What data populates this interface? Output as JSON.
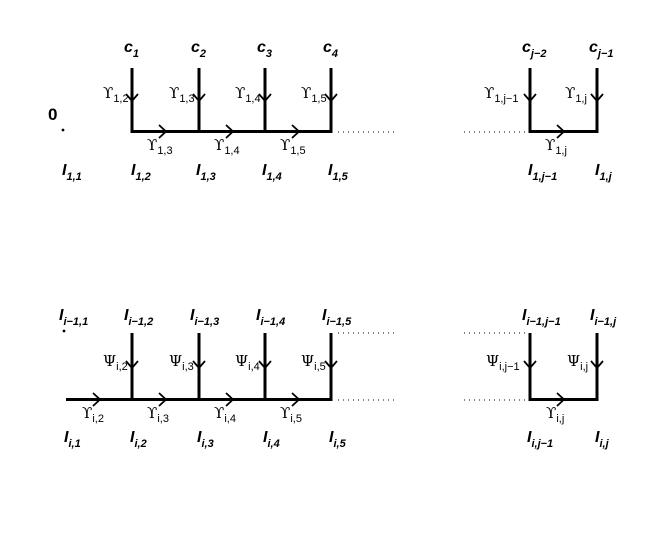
{
  "origin_label": "0",
  "top_row": {
    "c": [
      {
        "b": "c",
        "s": "1"
      },
      {
        "b": "c",
        "s": "2"
      },
      {
        "b": "c",
        "s": "3"
      },
      {
        "b": "c",
        "s": "4"
      },
      {
        "b": "c",
        "s": "j−2"
      },
      {
        "b": "c",
        "s": "j−1"
      }
    ],
    "vertical_labels": [
      {
        "b": "ϒ",
        "s": "1,2"
      },
      {
        "b": "ϒ",
        "s": "1,3"
      },
      {
        "b": "ϒ",
        "s": "1,4"
      },
      {
        "b": "ϒ",
        "s": "1,5"
      },
      {
        "b": "ϒ",
        "s": "1,j−1"
      },
      {
        "b": "ϒ",
        "s": "1,j"
      }
    ],
    "horizontal_labels": [
      {
        "b": "ϒ",
        "s": "1,3"
      },
      {
        "b": "ϒ",
        "s": "1,4"
      },
      {
        "b": "ϒ",
        "s": "1,5"
      },
      {
        "b": "ϒ",
        "s": "1,j"
      }
    ],
    "I_labels": [
      {
        "b": "I",
        "s": "1,1"
      },
      {
        "b": "I",
        "s": "1,2"
      },
      {
        "b": "I",
        "s": "1,3"
      },
      {
        "b": "I",
        "s": "1,4"
      },
      {
        "b": "I",
        "s": "1,5"
      },
      {
        "b": "I",
        "s": "1,j−1"
      },
      {
        "b": "I",
        "s": "1,j"
      }
    ]
  },
  "bottom_row": {
    "top_I_labels": [
      {
        "b": "I",
        "s": "i−1,1"
      },
      {
        "b": "I",
        "s": "i−1,2"
      },
      {
        "b": "I",
        "s": "i−1,3"
      },
      {
        "b": "I",
        "s": "i−1,4"
      },
      {
        "b": "I",
        "s": "i−1,5"
      },
      {
        "b": "I",
        "s": "i−1,j−1"
      },
      {
        "b": "I",
        "s": "i−1,j"
      }
    ],
    "vertical_labels": [
      {
        "b": "Ψ",
        "s": "i,2"
      },
      {
        "b": "Ψ",
        "s": "i,3"
      },
      {
        "b": "Ψ",
        "s": "i,4"
      },
      {
        "b": "Ψ",
        "s": "i,5"
      },
      {
        "b": "Ψ",
        "s": "i,j−1"
      },
      {
        "b": "Ψ",
        "s": "i,j"
      }
    ],
    "horizontal_labels": [
      {
        "b": "ϒ",
        "s": "i,2"
      },
      {
        "b": "ϒ",
        "s": "i,3"
      },
      {
        "b": "ϒ",
        "s": "i,4"
      },
      {
        "b": "ϒ",
        "s": "i,5"
      },
      {
        "b": "ϒ",
        "s": "i,j"
      }
    ],
    "I_labels": [
      {
        "b": "I",
        "s": "i,1"
      },
      {
        "b": "I",
        "s": "i,2"
      },
      {
        "b": "I",
        "s": "i,3"
      },
      {
        "b": "I",
        "s": "i,4"
      },
      {
        "b": "I",
        "s": "i,5"
      },
      {
        "b": "I",
        "s": "i,j−1"
      },
      {
        "b": "I",
        "s": "i,j"
      }
    ]
  }
}
